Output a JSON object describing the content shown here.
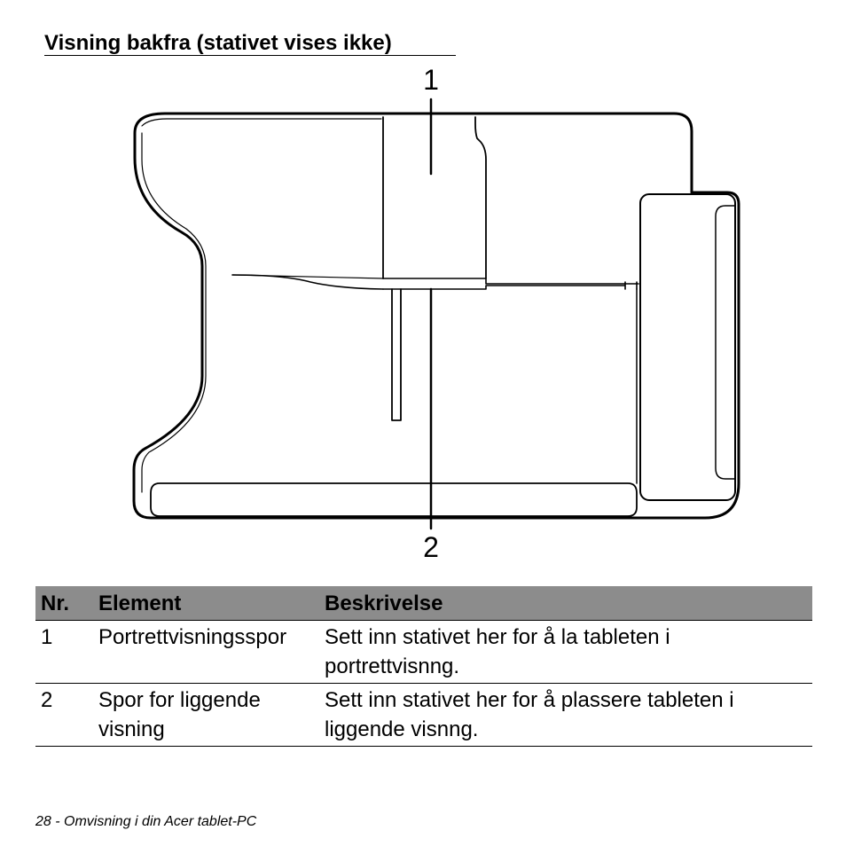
{
  "section": {
    "title": "Visning bakfra (stativet vises ikke)"
  },
  "diagram": {
    "callouts": [
      "1",
      "2"
    ]
  },
  "table": {
    "headers": [
      "Nr.",
      "Element",
      "Beskrivelse"
    ],
    "rows": [
      {
        "nr": "1",
        "element": "Portrettvisningsspor",
        "description": "Sett inn stativet her for å la tableten i portrettvisnng."
      },
      {
        "nr": "2",
        "element": "Spor for liggende visning",
        "description": "Sett inn stativet her for å plassere tableten i liggende visnng."
      }
    ]
  },
  "footer": {
    "text": "28 - Omvisning i din Acer tablet-PC"
  }
}
